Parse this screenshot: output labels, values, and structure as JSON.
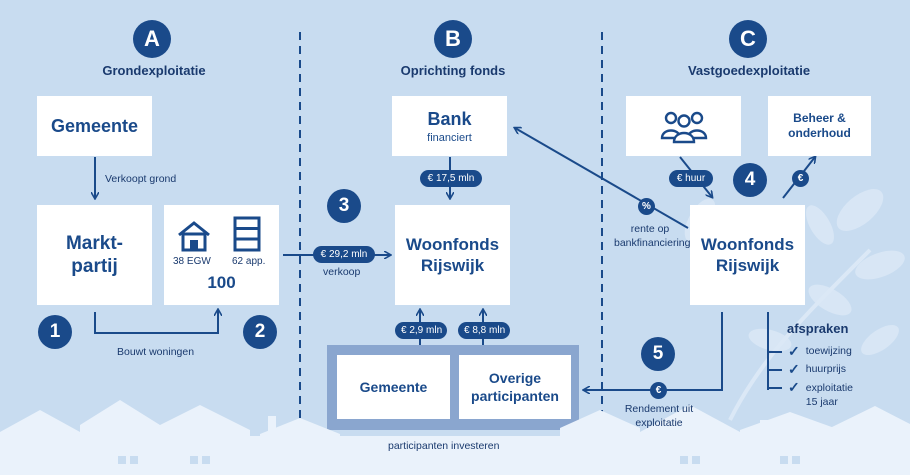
{
  "columns": [
    {
      "letter": "A",
      "heading": "Grondexploitatie"
    },
    {
      "letter": "B",
      "heading": "Oprichting fonds"
    },
    {
      "letter": "C",
      "heading": "Vastgoedexploitatie"
    }
  ],
  "steps": [
    "1",
    "2",
    "3",
    "4",
    "5"
  ],
  "col_a": {
    "gemeente": "Gemeente",
    "verkoopt": "Verkoopt grond",
    "marktpartij_line1": "Markt-",
    "marktpartij_line2": "partij",
    "houses_label": "38 EGW",
    "apartments_label": "62 app.",
    "total": "100",
    "bouwt": "Bouwt woningen"
  },
  "col_b": {
    "bank_title": "Bank",
    "bank_sub": "financiert",
    "loan_pill": "€ 17,5 mln",
    "sale_pill": "€ 29,2 mln",
    "sale_label": "verkoop",
    "fund_line1": "Woonfonds",
    "fund_line2": "Rijswijk",
    "gem_pill": "€ 2,9 mln",
    "other_pill": "€ 8,8 mln",
    "gemeente": "Gemeente",
    "overige_line1": "Overige",
    "overige_line2": "participanten",
    "invest_label": "participanten investeren"
  },
  "col_c": {
    "people_icon": "people-icon",
    "beheer_line1": "Beheer &",
    "beheer_line2": "onderhoud",
    "huur_pill": "€ huur",
    "euro_symbol": "€",
    "percent_symbol": "%",
    "rente_line1": "rente op",
    "rente_line2": "bankfinanciering",
    "fund_line1": "Woonfonds",
    "fund_line2": "Rijswijk",
    "afspraken": "afspraken",
    "items": [
      "toewijzing",
      "huurprijs",
      "exploitatie",
      "15 jaar"
    ],
    "rendement_line1": "Rendement uit",
    "rendement_line2": "exploitatie"
  },
  "colors": {
    "background": "#c8dcf0",
    "primary": "#1a4a8a",
    "box": "#ffffff",
    "frame": "#8aa6cf"
  }
}
